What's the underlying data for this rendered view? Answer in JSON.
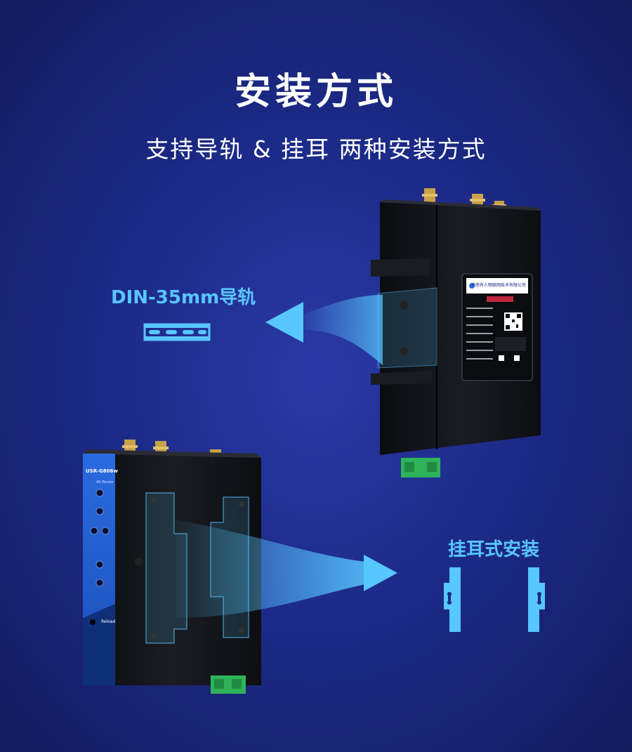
{
  "header": {
    "title": "安装方式",
    "subtitle": "支持导轨 & 挂耳 两种安装方式"
  },
  "labels": {
    "din_rail": "DIN-35mm导轨",
    "ear_mount": "挂耳式安装"
  },
  "device": {
    "model": "USR-G806w",
    "subtitle": "4G Router",
    "reload_label": "Reload",
    "brand_label": "济南有人物联网技术有限公司"
  },
  "colors": {
    "accent": "#58c6ff",
    "device_body": "#111318",
    "panel_blue": "#1f5bc7",
    "terminal_green": "#2fb35a"
  }
}
